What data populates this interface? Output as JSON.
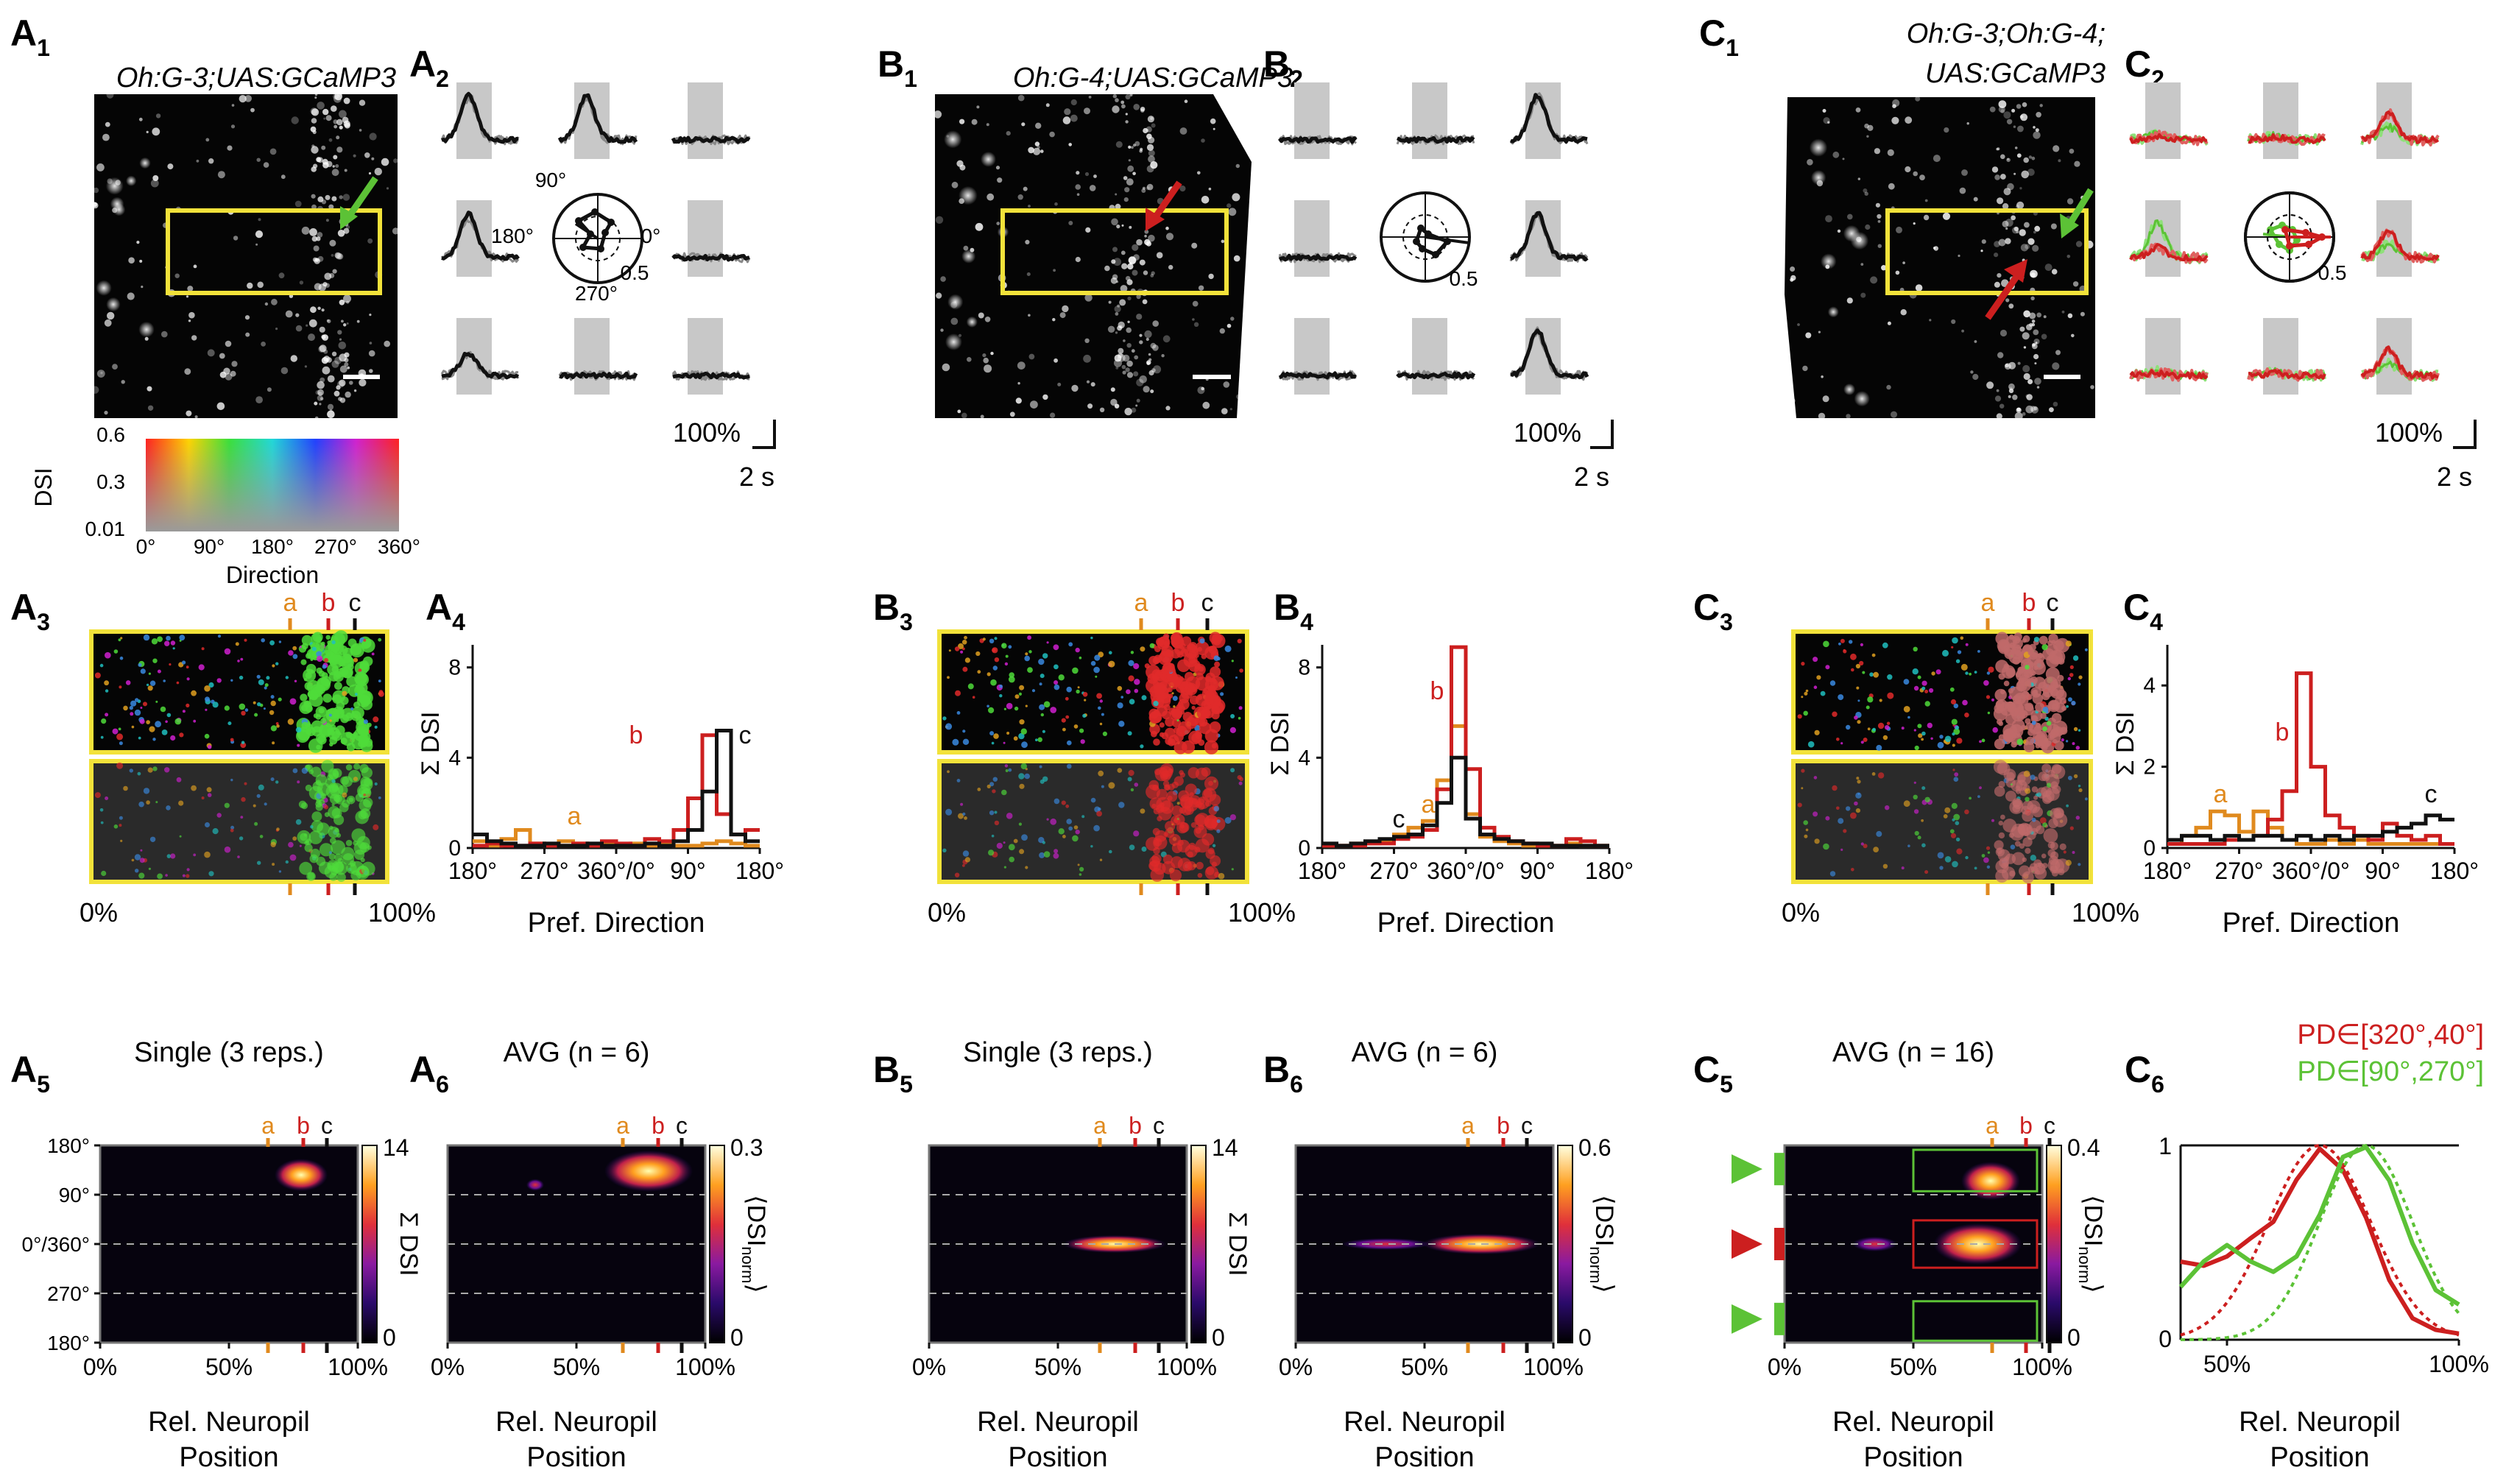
{
  "panels": {
    "A1": {
      "letter": "A",
      "sub": "1",
      "title": "Oh:G-3;UAS:GCaMP3"
    },
    "A2": {
      "letter": "A",
      "sub": "2"
    },
    "A3": {
      "letter": "A",
      "sub": "3"
    },
    "A4": {
      "letter": "A",
      "sub": "4"
    },
    "A5": {
      "letter": "A",
      "sub": "5",
      "title": "Single (3 reps.)"
    },
    "A6": {
      "letter": "A",
      "sub": "6",
      "title": "AVG (n = 6)"
    },
    "B1": {
      "letter": "B",
      "sub": "1",
      "title": "Oh:G-4;UAS:GCaMP3"
    },
    "B2": {
      "letter": "B",
      "sub": "2"
    },
    "B3": {
      "letter": "B",
      "sub": "3"
    },
    "B4": {
      "letter": "B",
      "sub": "4"
    },
    "B5": {
      "letter": "B",
      "sub": "5",
      "title": "Single (3 reps.)"
    },
    "B6": {
      "letter": "B",
      "sub": "6",
      "title": "AVG (n = 6)"
    },
    "C1": {
      "letter": "C",
      "sub": "1",
      "title_line1": "Oh:G-3;Oh:G-4;",
      "title_line2": "UAS:GCaMP3"
    },
    "C2": {
      "letter": "C",
      "sub": "2"
    },
    "C3": {
      "letter": "C",
      "sub": "3"
    },
    "C4": {
      "letter": "C",
      "sub": "4"
    },
    "C5": {
      "letter": "C",
      "sub": "5",
      "title": "AVG (n = 16)"
    },
    "C6": {
      "letter": "C",
      "sub": "6",
      "legend_red": "PD∈[320°,40°]",
      "legend_green": "PD∈[90°,270°]"
    }
  },
  "polar": {
    "a90": "90°",
    "a180": "180°",
    "a0": "0°",
    "a270": "270°",
    "r": "0.5"
  },
  "scale_bar": {
    "pct": "100%",
    "time": "2 s"
  },
  "colorkey": {
    "dsi_label": "DSI",
    "y_ticks": [
      "0.6",
      "0.3",
      "0.01"
    ],
    "x_ticks": [
      "0°",
      "90°",
      "180°",
      "270°",
      "360°"
    ],
    "x_label": "Direction"
  },
  "strip": {
    "left": "0%",
    "right": "100%"
  },
  "markers": {
    "a": "a",
    "b": "b",
    "c": "c"
  },
  "hist": {
    "ylabel": "Σ DSI",
    "xlabel": "Pref. Direction",
    "xticks": [
      "180°",
      "270°",
      "360°/0°",
      "90°",
      "180°"
    ],
    "A4_yticks": [
      "0",
      "4",
      "8"
    ],
    "B4_yticks": [
      "0",
      "4",
      "8"
    ],
    "C4_yticks": [
      "0",
      "2",
      "4"
    ]
  },
  "heat": {
    "yticks": [
      "180°",
      "90°",
      "0°/360°",
      "270°",
      "180°"
    ],
    "xticks": [
      "0%",
      "50%",
      "100%"
    ],
    "xlabel_line1": "Rel. Neuropil",
    "xlabel_line2": "Position",
    "sum_label": "Σ DSI",
    "dsi_norm_label": "⟨DSI",
    "dsi_norm_sub": "norm",
    "dsi_norm_close": "⟩",
    "cb_A5": [
      "14",
      "0"
    ],
    "cb_A6": [
      "0.3",
      "0"
    ],
    "cb_B5": [
      "14",
      "0"
    ],
    "cb_B6": [
      "0.6",
      "0"
    ],
    "cb_C5": [
      "0.4",
      "0"
    ]
  },
  "c6": {
    "yticks": [
      "1",
      "0"
    ],
    "xticks": [
      "50%",
      "100%"
    ],
    "xlabel_line1": "Rel. Neuropil",
    "xlabel_line2": "Position"
  },
  "colors": {
    "orange": "#e08a1e",
    "red": "#cc1f1f",
    "black": "#111111",
    "green": "#5cc236",
    "yellow": "#f2e23a"
  },
  "chart_data": [
    {
      "type": "line",
      "panel": "A4",
      "xlabel": "Pref. Direction",
      "ylabel": "Σ DSI",
      "ylim": [
        0,
        9
      ],
      "categories": [
        "180°",
        "270°",
        "360°/0°",
        "90°",
        "180°"
      ],
      "series": [
        {
          "name": "a",
          "values": [
            0.3,
            0.1,
            0.4,
            0.8,
            0.2,
            0.1,
            0.3,
            0.2,
            0.1,
            0.2,
            0.1,
            0.2,
            0.1,
            0.2,
            0.1,
            0.1,
            0.2,
            0.3,
            0.2,
            0.1
          ]
        },
        {
          "name": "b",
          "values": [
            0.1,
            0.2,
            0.1,
            0.1,
            0.2,
            0.1,
            0.1,
            0.2,
            0.1,
            0.3,
            0.2,
            0.1,
            0.4,
            0.3,
            0.8,
            2.2,
            5.0,
            1.5,
            0.6,
            0.8
          ]
        },
        {
          "name": "c",
          "values": [
            0.6,
            0.3,
            0.2,
            0.1,
            0.1,
            0.2,
            0.1,
            0.1,
            0.2,
            0.1,
            0.1,
            0.1,
            0.2,
            0.1,
            0.3,
            0.8,
            2.5,
            5.2,
            0.6,
            0.3
          ]
        }
      ]
    },
    {
      "type": "line",
      "panel": "B4",
      "xlabel": "Pref. Direction",
      "ylabel": "Σ DSI",
      "ylim": [
        0,
        9
      ],
      "categories": [
        "180°",
        "270°",
        "360°/0°",
        "90°",
        "180°"
      ],
      "series": [
        {
          "name": "a",
          "values": [
            0.1,
            0.1,
            0.2,
            0.2,
            0.3,
            0.6,
            0.9,
            1.2,
            3.0,
            5.4,
            1.5,
            0.5,
            0.3,
            0.2,
            0.1,
            0.1,
            0.1,
            0.2,
            0.1,
            0.1
          ]
        },
        {
          "name": "b",
          "values": [
            0.1,
            0.1,
            0.1,
            0.2,
            0.2,
            0.4,
            0.5,
            0.8,
            2.6,
            8.9,
            3.5,
            0.9,
            0.5,
            0.3,
            0.2,
            0.1,
            0.1,
            0.4,
            0.3,
            0.1
          ]
        },
        {
          "name": "c",
          "values": [
            0.2,
            0.1,
            0.2,
            0.3,
            0.4,
            0.5,
            0.6,
            1.0,
            2.0,
            4.0,
            1.3,
            0.6,
            0.4,
            0.3,
            0.2,
            0.2,
            0.1,
            0.1,
            0.1,
            0.1
          ]
        }
      ]
    },
    {
      "type": "line",
      "panel": "C4",
      "xlabel": "Pref. Direction",
      "ylabel": "Σ DSI",
      "ylim": [
        0,
        5
      ],
      "categories": [
        "180°",
        "270°",
        "360°/0°",
        "90°",
        "180°"
      ],
      "series": [
        {
          "name": "a",
          "values": [
            0.1,
            0.3,
            0.5,
            0.9,
            0.8,
            0.4,
            0.9,
            0.5,
            0.2,
            0.1,
            0.1,
            0.2,
            0.1,
            0.2,
            0.1,
            0.1,
            0.1,
            0.1,
            0.1,
            0.1
          ]
        },
        {
          "name": "b",
          "values": [
            0.1,
            0.1,
            0.1,
            0.1,
            0.2,
            0.2,
            0.3,
            0.7,
            1.4,
            4.3,
            2.0,
            0.8,
            0.5,
            0.3,
            0.2,
            0.6,
            0.3,
            0.2,
            0.3,
            0.1
          ]
        },
        {
          "name": "c",
          "values": [
            0.2,
            0.3,
            0.3,
            0.2,
            0.3,
            0.2,
            0.3,
            0.3,
            0.2,
            0.3,
            0.2,
            0.3,
            0.2,
            0.3,
            0.3,
            0.4,
            0.5,
            0.6,
            0.8,
            0.7
          ]
        }
      ]
    },
    {
      "type": "line",
      "panel": "C6",
      "xlabel": "Rel. Neuropil Position",
      "ylim": [
        0,
        1
      ],
      "x": [
        40,
        45,
        50,
        55,
        60,
        65,
        70,
        75,
        80,
        85,
        90,
        95,
        100
      ],
      "series": [
        {
          "name": "PD∈[320°,40°]",
          "values": [
            0.4,
            0.38,
            0.42,
            0.52,
            0.6,
            0.82,
            0.99,
            0.88,
            0.62,
            0.3,
            0.12,
            0.05,
            0.04
          ]
        },
        {
          "name": "PD∈[90°,270°]",
          "values": [
            0.28,
            0.4,
            0.48,
            0.4,
            0.35,
            0.42,
            0.65,
            0.95,
            1.0,
            0.82,
            0.5,
            0.25,
            0.18
          ]
        }
      ]
    }
  ]
}
